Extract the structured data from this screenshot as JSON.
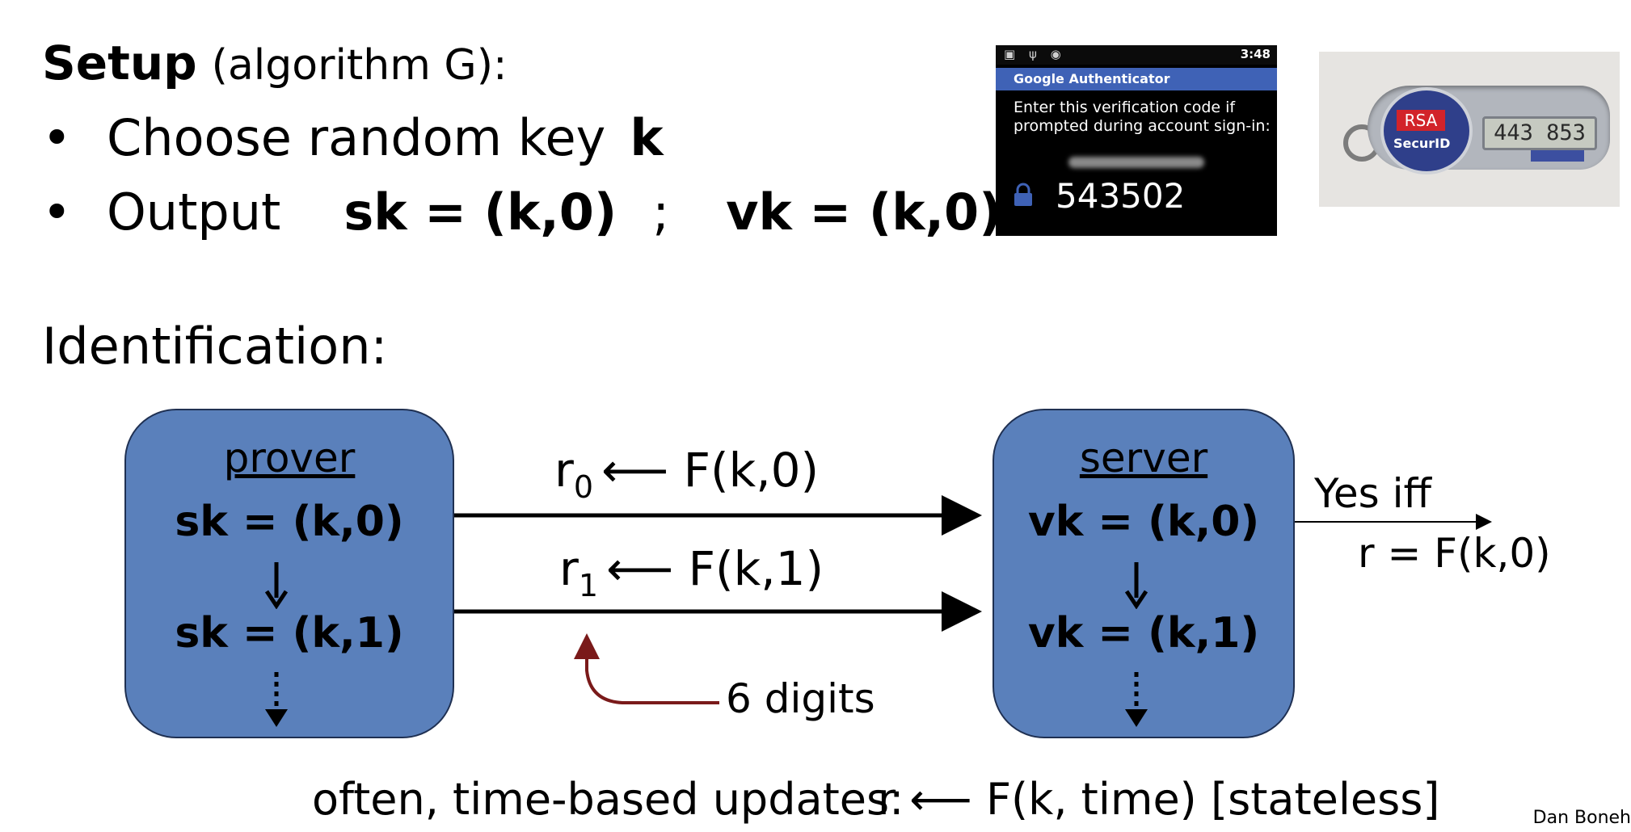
{
  "setup": {
    "title": "Setup",
    "subtitle": "(algorithm G):",
    "bullet_char": "•",
    "bullet1_text": "Choose random key",
    "bullet1_bold": "k",
    "bullet2_text": "Output",
    "bullet2_sk": "sk = (k,0)",
    "bullet2_sep": ";",
    "bullet2_vk": "vk = (k,0)"
  },
  "phone": {
    "time": "3:48",
    "app_title": "Google Authenticator",
    "message": "Enter this verification code if prompted during account sign-in:",
    "code": "543502"
  },
  "token": {
    "logo": "RSA",
    "brand": "SecurID",
    "display": "443 853"
  },
  "identification_label": "Identification:",
  "prover": {
    "title": "prover",
    "state0": "sk = (k,0)",
    "state1": "sk = (k,1)"
  },
  "server": {
    "title": "server",
    "state0": "vk = (k,0)",
    "state1": "vk = (k,1)"
  },
  "messages": {
    "m0_r": "r",
    "m0_sub": "0",
    "m0_rest": "⟵ F(k,0)",
    "m1_r": "r",
    "m1_sub": "1",
    "m1_rest": "⟵ F(k,1)"
  },
  "annotation": "6 digits",
  "verdict": {
    "line1": "Yes iff",
    "line2": "r = F(k,0)"
  },
  "footer": {
    "text": "often, time-based updates:",
    "formula": "r ⟵ F(k, time)",
    "tag": "[stateless]"
  },
  "credit": "Dan Boneh",
  "colors": {
    "box_fill": "#5a80bb",
    "box_border": "#1f3052",
    "annotation_arrow": "#7a1a1a"
  }
}
